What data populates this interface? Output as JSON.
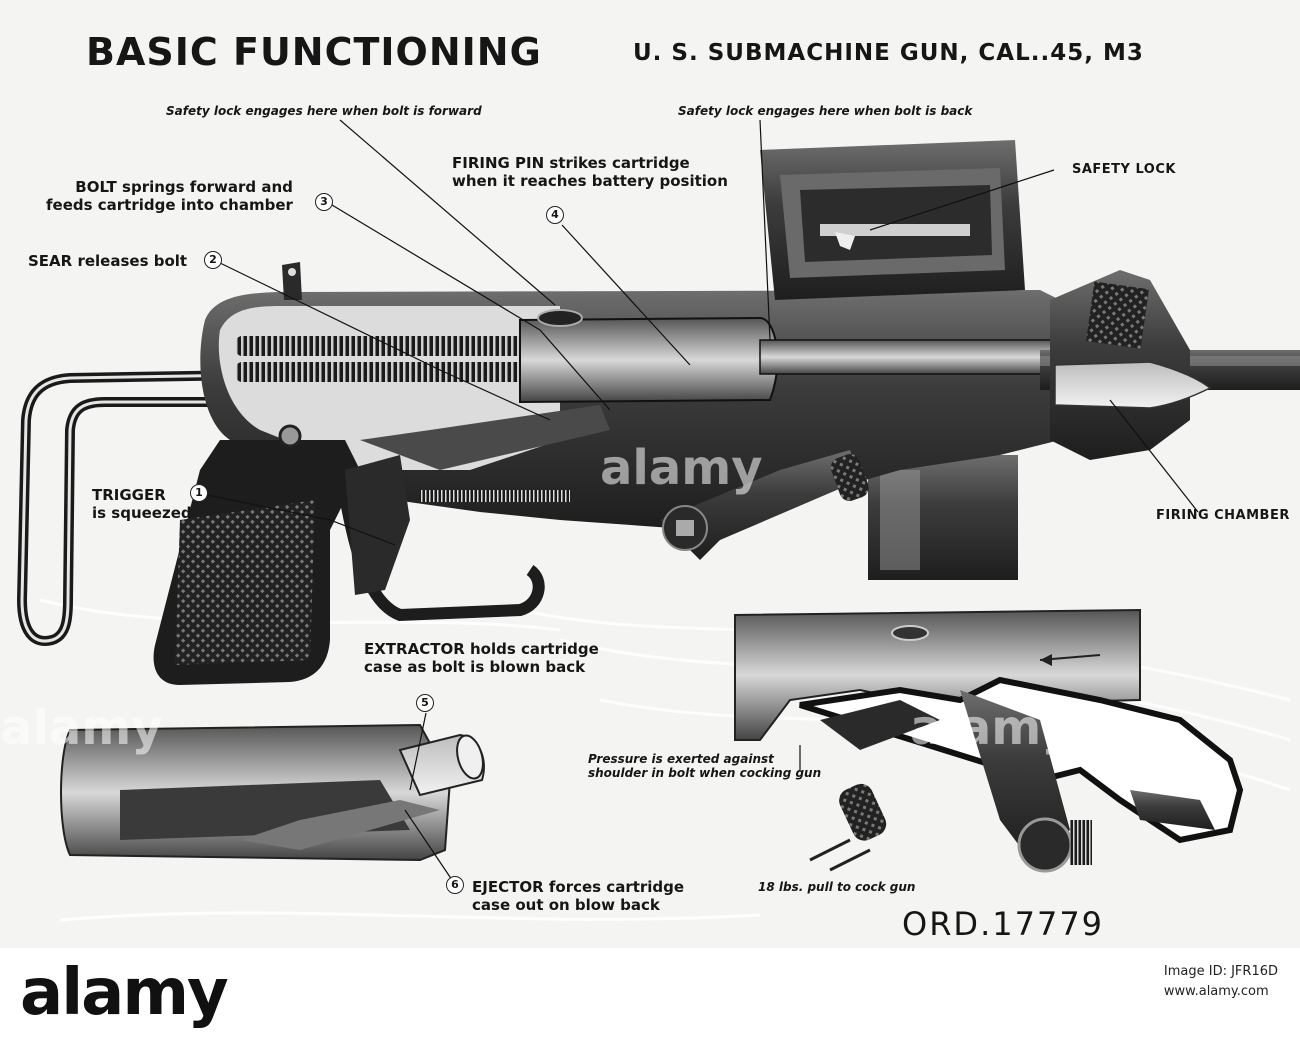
{
  "title": "BASIC FUNCTIONING",
  "subtitle": "U. S. SUBMACHINE GUN, CAL..45, M3",
  "callouts": {
    "safety_fwd": "Safety lock engages here when bolt is forward",
    "safety_back": "Safety lock engages here when bolt is back",
    "firing_pin_kw": "FIRING PIN",
    "firing_pin_l1": "strikes cartridge",
    "firing_pin_l2": "when it reaches battery position",
    "bolt_kw": "BOLT",
    "bolt_l1": "springs forward and",
    "bolt_l2": "feeds cartridge into chamber",
    "sear_kw": "SEAR",
    "sear_rest": "releases bolt",
    "safety_lock": "SAFETY LOCK",
    "trigger_kw": "TRIGGER",
    "trigger_l2": "is squeezed",
    "firing_chamber": "FIRING CHAMBER",
    "extractor_kw": "EXTRACTOR",
    "extractor_l1": "holds cartridge",
    "extractor_l2": "case as bolt is blown back",
    "pressure_l1": "Pressure is exerted against",
    "pressure_l2": "shoulder in bolt when cocking gun",
    "ejector_kw": "EJECTOR",
    "ejector_l1": "forces cartridge",
    "ejector_l2": "case out on blow back",
    "pull": "18 lbs. pull to cock gun"
  },
  "step_numbers": [
    "1",
    "2",
    "3",
    "4",
    "5",
    "6"
  ],
  "ord_number": "ORD.17779",
  "watermark": "alamy",
  "footer": {
    "logo": "alamy",
    "image_id_line": "Image ID: JFR16D",
    "url": "www.alamy.com"
  }
}
